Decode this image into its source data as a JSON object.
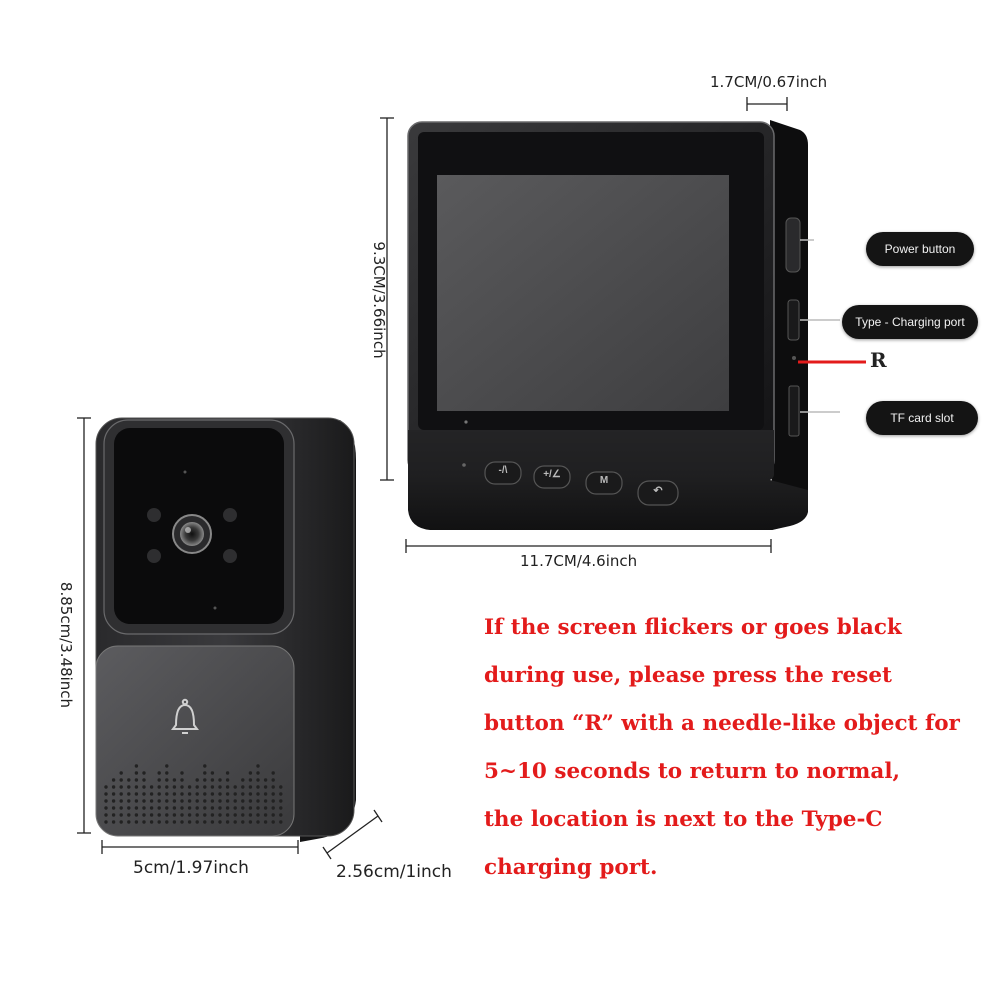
{
  "dimensions": {
    "monitor_depth": "1.7CM/0.67inch",
    "monitor_height": "9.3CM/3.66inch",
    "monitor_width": "11.7CM/4.6inch",
    "doorbell_height": "8.85cm/3.48inch",
    "doorbell_width": "5cm/1.97inch",
    "doorbell_depth": "2.56cm/1inch"
  },
  "callouts": {
    "power_button": "Power button",
    "charging_port": "Type - Charging port",
    "reset": "R",
    "tf_card": "TF card slot"
  },
  "monitor_buttons": [
    "-/\\",
    "+/∠",
    "M",
    "↶"
  ],
  "note": {
    "lines": [
      "If the screen flickers or goes black",
      "during use, please press the reset",
      "button “R” with a needle-like object for",
      "5~10 seconds to return to normal,",
      "the location is next to the Type-C",
      "charging port."
    ]
  },
  "colors": {
    "note_text": "#e31b1b",
    "callout_line": "#e31b1b",
    "device_body": "#1c1c1e"
  }
}
